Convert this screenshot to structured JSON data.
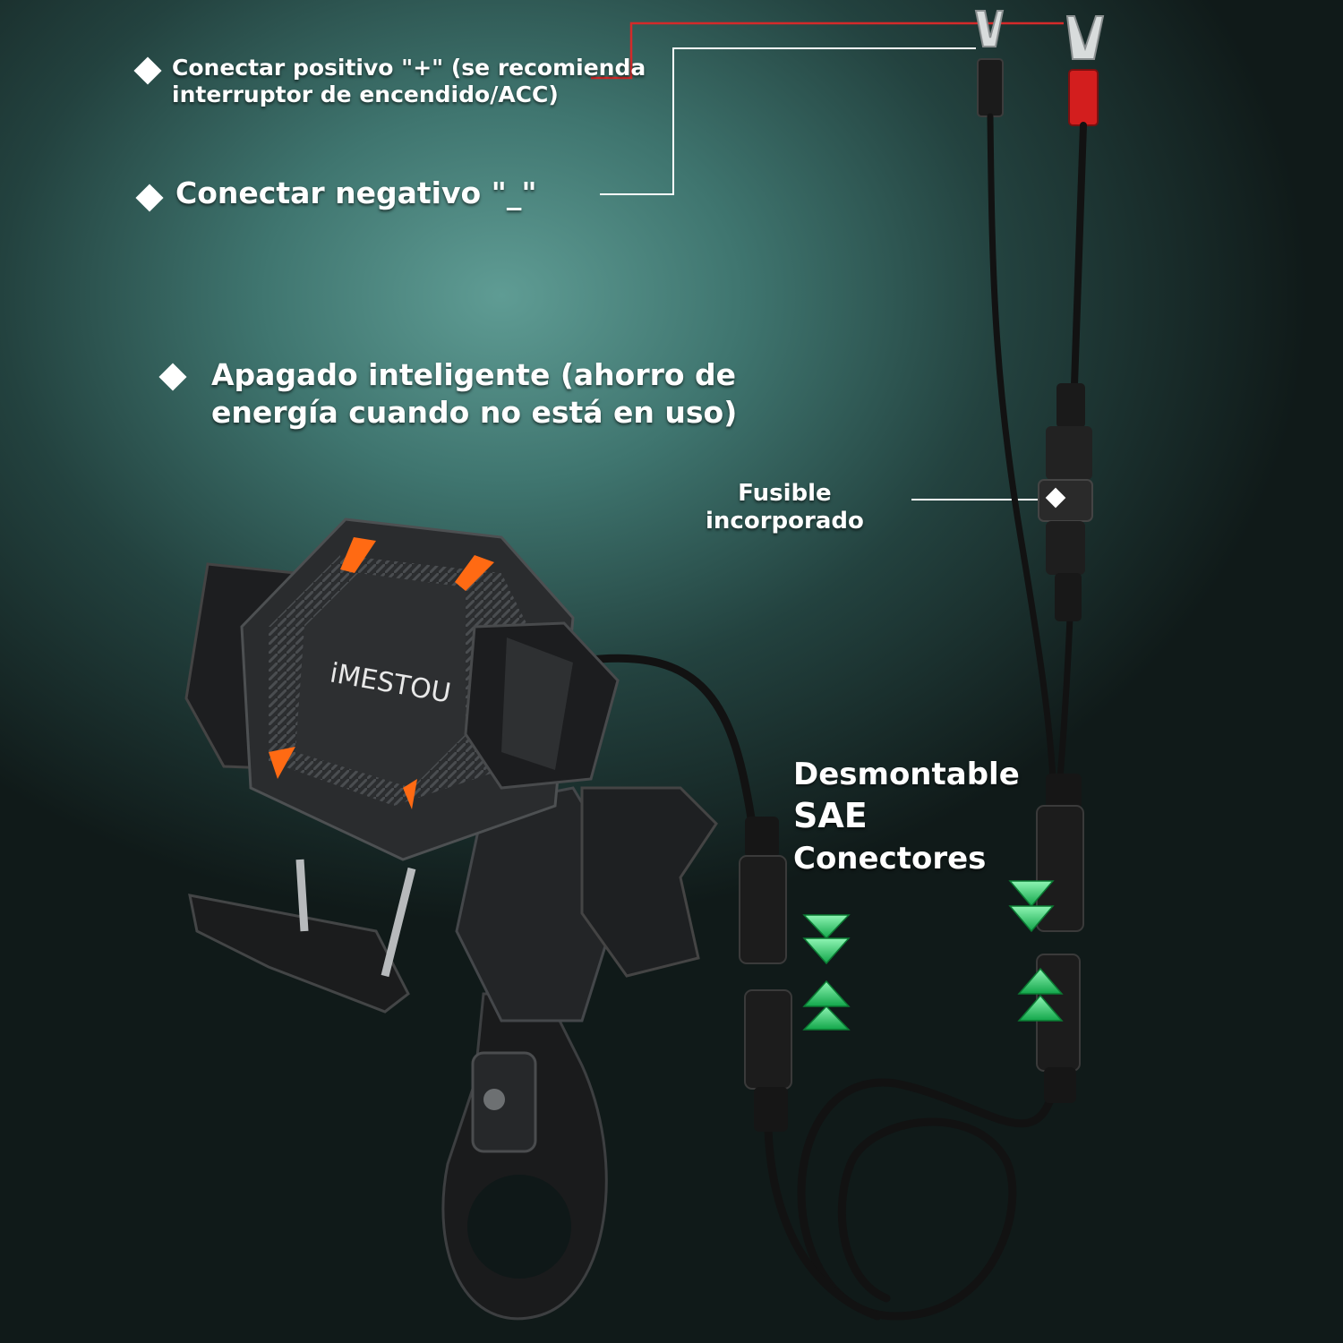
{
  "labels": {
    "positive_line1": "Conectar positivo \"+\" (se recomienda",
    "positive_line2": "interruptor de encendido/ACC)",
    "negative": "Conectar negativo \"_\"",
    "smart_off_line1": "Apagado inteligente (ahorro de",
    "smart_off_line2": "energía cuando no está en uso)",
    "fuse_line1": "Fusible",
    "fuse_line2": "incorporado",
    "sae_line1": "Desmontable",
    "sae_line2": "SAE",
    "sae_line3": "Conectores"
  },
  "product": {
    "brand": "iMESTOU"
  },
  "colors": {
    "positive_wire": "#d42a2a",
    "negative_wire": "#111111",
    "arrow": "#2ecc71",
    "accent": "#ff6a13"
  },
  "icons": {
    "bullet": "diamond-icon",
    "arrow": "double-arrow-icon"
  }
}
